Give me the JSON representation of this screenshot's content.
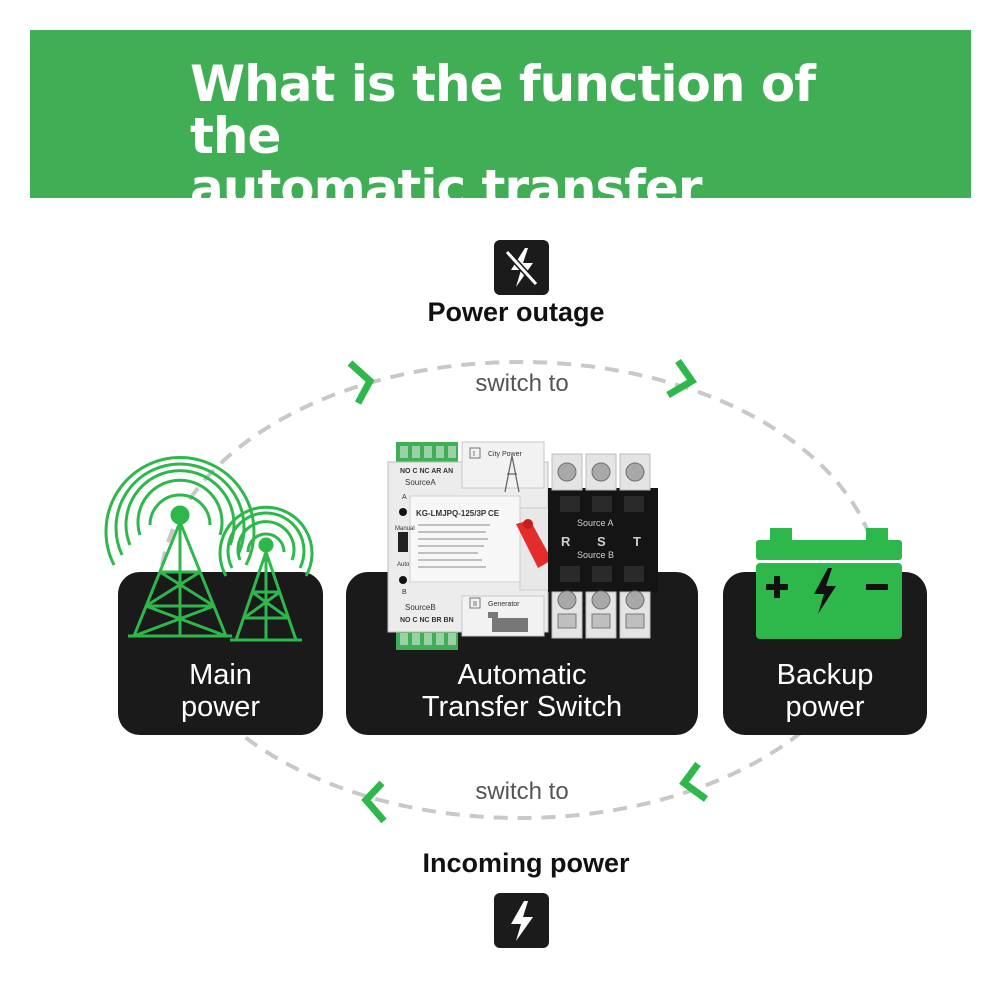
{
  "title": {
    "line1": "What is the function of the",
    "line2": "automatic transfer switch?"
  },
  "colors": {
    "banner": "#3fae54",
    "accent_green": "#2eb84c",
    "card": "#1a1a1a"
  },
  "top": {
    "icon": "lightning-off-icon",
    "label": "Power outage",
    "switch_label": "switch to"
  },
  "bottom": {
    "icon": "lightning-icon",
    "label": "Incoming power",
    "switch_label": "switch to"
  },
  "cards": {
    "main": {
      "line1": "Main",
      "line2": "power",
      "icon": "radio-tower-icon"
    },
    "ats": {
      "line1": "Automatic",
      "line2": "Transfer Switch"
    },
    "backup": {
      "line1": "Backup",
      "line2": "power",
      "icon": "battery-icon"
    }
  },
  "device": {
    "top_terminals": "NO C NC AR AN",
    "source_a": "SourceA",
    "city_power": "City Power",
    "model": "KG-LMJPQ-125/3P",
    "ce": "CE",
    "manual": "Manual",
    "auto": "Auto",
    "source_b": "SourceB",
    "generator": "Generator",
    "bottom_terminals": "NO C NC BR BN",
    "phases": [
      "R",
      "S",
      "T"
    ],
    "switch_source_a": "Source A",
    "switch_source_b": "Source B",
    "mark_a": "A",
    "mark_b": "B",
    "roman_1": "I",
    "roman_2": "II"
  }
}
